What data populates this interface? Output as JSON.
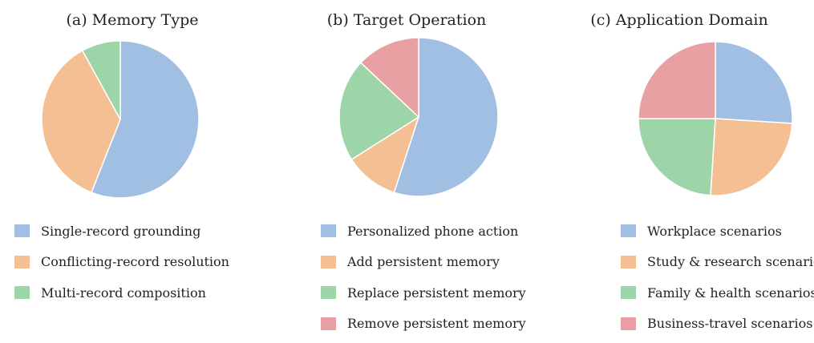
{
  "chart_data": [
    {
      "type": "pie",
      "title": "(a) Memory Type",
      "categories": [
        "Single-record grounding",
        "Conflicting-record resolution",
        "Multi-record composition"
      ],
      "values": [
        56,
        36,
        8
      ],
      "colors": [
        "#a1bfe3",
        "#f4bf92",
        "#9dd4a8"
      ],
      "start": "top, clockwise",
      "legend": "bottom"
    },
    {
      "type": "pie",
      "title": "(b) Target Operation",
      "categories": [
        "Personalized phone action",
        "Add persistent memory",
        "Replace persistent memory",
        "Remove persistent memory"
      ],
      "values": [
        55,
        11,
        21,
        13
      ],
      "colors": [
        "#a1bfe3",
        "#f4bf92",
        "#9dd4a8",
        "#e8a0a2"
      ],
      "start": "top, clockwise",
      "legend": "bottom"
    },
    {
      "type": "pie",
      "title": "(c) Application Domain",
      "categories": [
        "Workplace scenarios",
        "Study & research scenarios",
        "Family & health scenarios",
        "Business-travel scenarios"
      ],
      "values": [
        26,
        25,
        24,
        25
      ],
      "colors": [
        "#a1bfe3",
        "#f4bf92",
        "#9dd4a8",
        "#e8a0a2"
      ],
      "start": "top, clockwise",
      "legend": "bottom"
    }
  ]
}
